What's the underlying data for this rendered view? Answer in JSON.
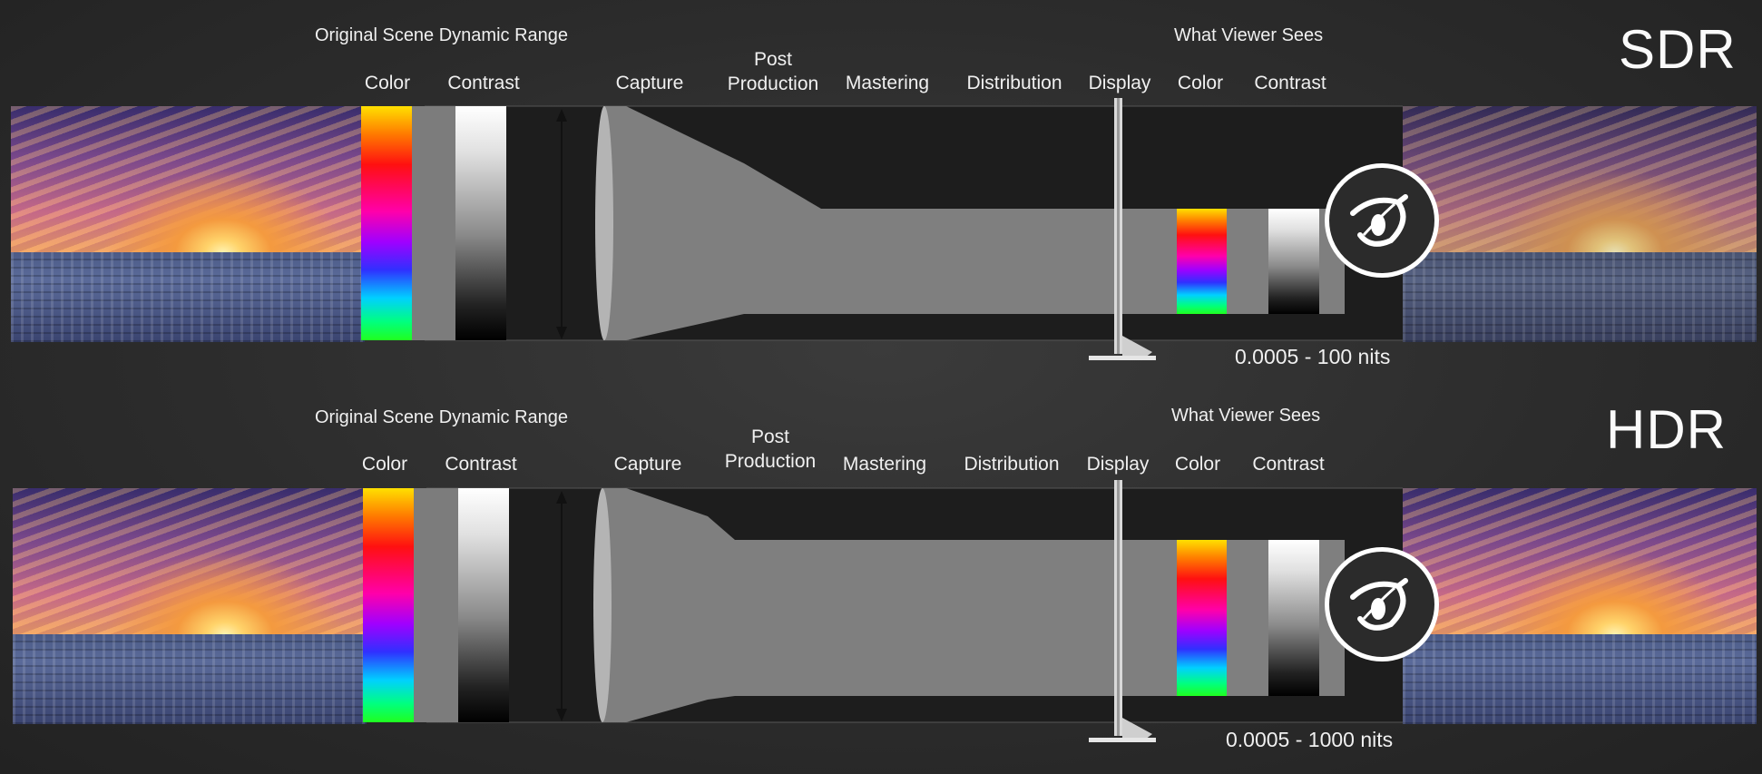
{
  "sdr": {
    "mode_label": "SDR",
    "scene_title": "Original Scene Dynamic Range",
    "viewer_title": "What Viewer Sees",
    "left_color": "Color",
    "left_contrast": "Contrast",
    "stage_capture": "Capture",
    "stage_post_1": "Post",
    "stage_post_2": "Production",
    "stage_mastering": "Mastering",
    "stage_distribution": "Distribution",
    "stage_display": "Display",
    "right_color": "Color",
    "right_contrast": "Contrast",
    "range": "0.0005 - 100 nits"
  },
  "hdr": {
    "mode_label": "HDR",
    "scene_title": "Original Scene Dynamic Range",
    "viewer_title": "What Viewer Sees",
    "left_color": "Color",
    "left_contrast": "Contrast",
    "stage_capture": "Capture",
    "stage_post_1": "Post",
    "stage_post_2": "Production",
    "stage_mastering": "Mastering",
    "stage_distribution": "Distribution",
    "stage_display": "Display",
    "right_color": "Color",
    "right_contrast": "Contrast",
    "range": "0.0005 - 1000 nits"
  },
  "icons": [
    "eye-icon",
    "double-arrow-icon",
    "lens-icon",
    "tv-display-icon"
  ],
  "colors": {
    "background": "#2c2c2c",
    "pipe": "#7f7f7f",
    "pipe_dark": "#1c1c1c",
    "text": "#ffffff"
  }
}
